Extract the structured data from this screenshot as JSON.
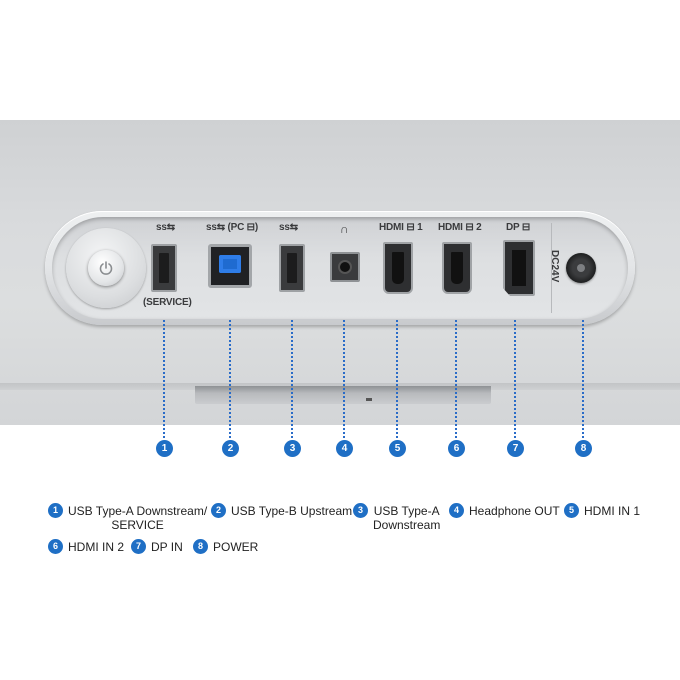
{
  "ports": [
    {
      "number": "1",
      "symbol": "ss⇆",
      "caption": "(SERVICE)"
    },
    {
      "number": "2",
      "symbol": "ss⇆ (PC ⊟)"
    },
    {
      "number": "3",
      "symbol": "ss⇆"
    },
    {
      "number": "4",
      "symbol": "∩"
    },
    {
      "number": "5",
      "symbol": "HDMI ⊟ 1"
    },
    {
      "number": "6",
      "symbol": "HDMI ⊟ 2"
    },
    {
      "number": "7",
      "symbol": "DP ⊟"
    },
    {
      "number": "8",
      "symbol": "DC24V"
    }
  ],
  "legend": [
    {
      "number": "1",
      "text": "USB Type-A Downstream/\nSERVICE"
    },
    {
      "number": "2",
      "text": "USB Type-B Upstream"
    },
    {
      "number": "3",
      "text": "USB Type-A\nDownstream"
    },
    {
      "number": "4",
      "text": "Headphone OUT"
    },
    {
      "number": "5",
      "text": "HDMI IN 1"
    },
    {
      "number": "6",
      "text": "HDMI IN 2"
    },
    {
      "number": "7",
      "text": "DP IN"
    },
    {
      "number": "8",
      "text": "POWER"
    }
  ],
  "colors": {
    "accent": "#1f6fc5",
    "panel": "#e2e4e6",
    "port_blue": "#2f7de8"
  },
  "icons": {
    "power_button": "power-icon"
  }
}
